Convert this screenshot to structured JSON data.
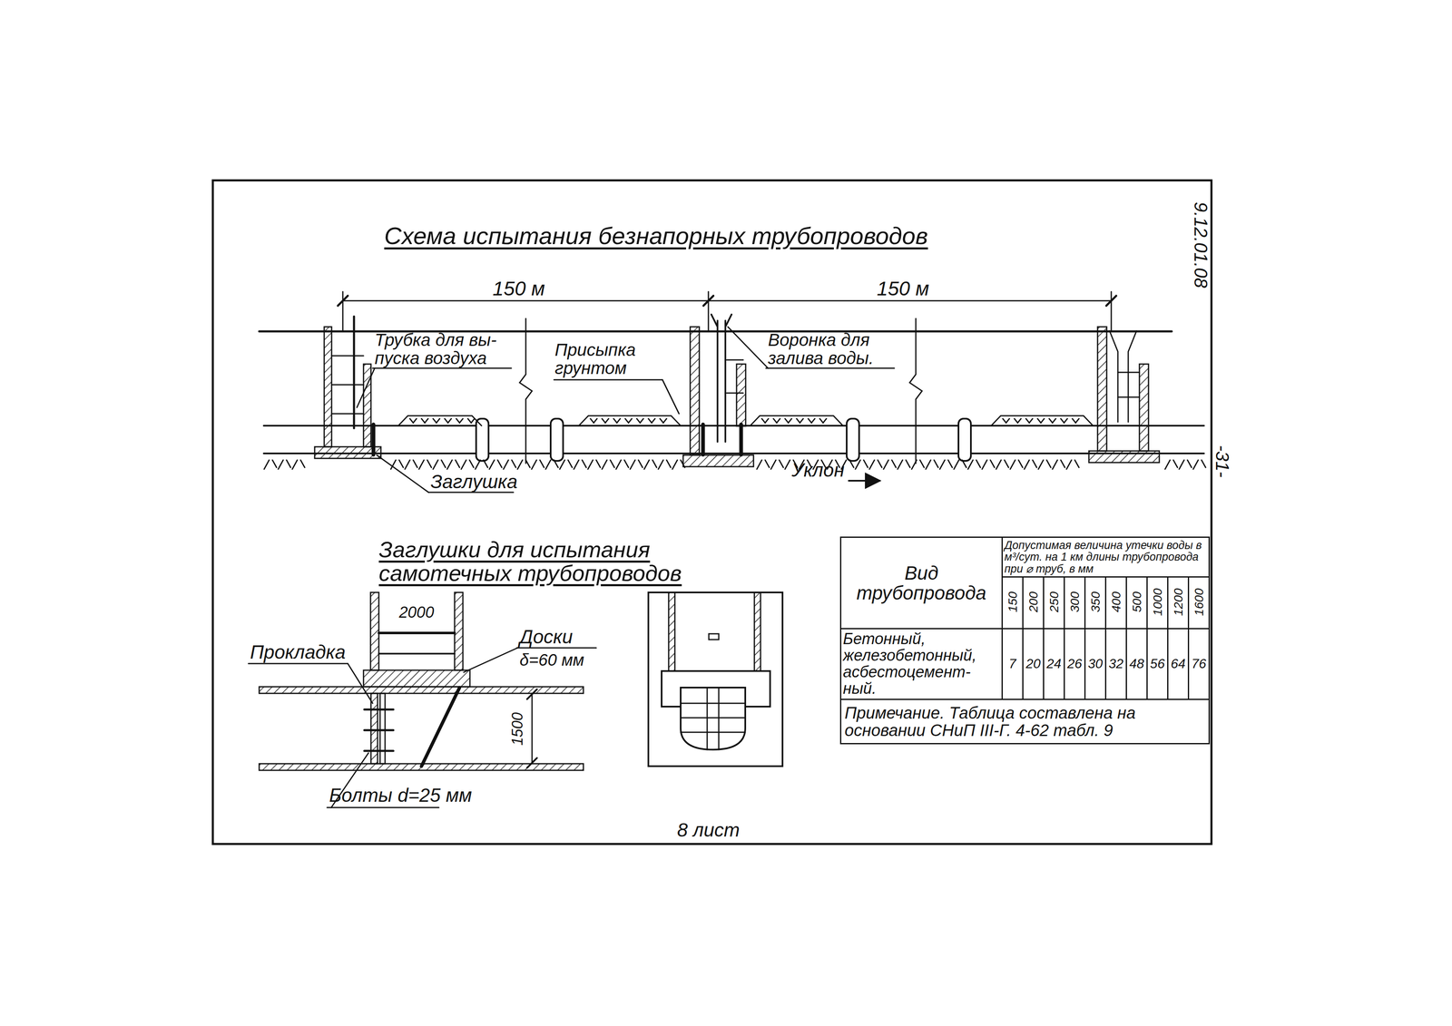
{
  "diagram": {
    "title": "Схема испытания безнапорных трубопроводов",
    "labels": [
      "9.12.01.08",
      "150 м",
      "150 м",
      "Трубка для вы- пуска воздуха",
      "Присыпка грунтом",
      "Воронка для залива воды.",
      "Заглушка",
      "Уклон",
      "-31-",
      "Заглушки для испытания самотечных трубопроводов",
      "2000",
      "Доски",
      "δ=60 мм",
      "Прокладка",
      "1500",
      "Болты d=25 мм",
      "Вид трубопровода",
      "Допустимая величина утечки воды в м³/сут. на 1 км длины трубопровода при ⌀ труб, в мм",
      "150",
      "200",
      "250",
      "300",
      "350",
      "400",
      "500",
      "1000",
      "1200",
      "1600",
      "Бетонный, железобетонный, асбестоцемент- ный.",
      "7",
      "20",
      "24",
      "26",
      "30",
      "32",
      "48",
      "56",
      "64",
      "76",
      "Примечание. Таблица составлена на основании СНиП III-Г. 4-62 табл. 9",
      "8 лист"
    ]
  }
}
